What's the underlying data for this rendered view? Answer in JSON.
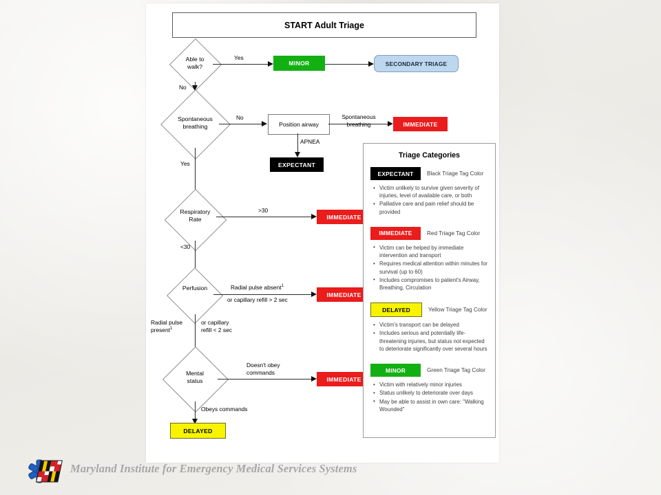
{
  "document": {
    "title": "START Adult Triage"
  },
  "flow": {
    "nodes": {
      "able_to_walk": "Able to\nwalk?",
      "able_to_walk_line1": "Able to",
      "able_to_walk_line2": "walk?",
      "spontaneous_breathing_line1": "Spontaneous",
      "spontaneous_breathing_line2": "breathing",
      "respiratory_rate_line1": "Respiratory",
      "respiratory_rate_line2": "Rate",
      "perfusion": "Perfusion",
      "mental_status_line1": "Mental",
      "mental_status_line2": "status",
      "position_airway": "Position airway",
      "minor": "MINOR",
      "secondary_triage": "SECONDARY TRIAGE",
      "immediate_breathing": "IMMEDIATE",
      "expectant": "EXPECTANT",
      "immediate_resp_rate": "IMMEDIATE",
      "immediate_perfusion": "IMMEDIATE",
      "immediate_mental": "IMMEDIATE",
      "delayed": "DELAYED"
    },
    "edges": {
      "yes_walk": "Yes",
      "no_walk": "No",
      "no_breathing": "No",
      "yes_breathing": "Yes",
      "apnea": "APNEA",
      "spontaneous_breathing_line1": "Spontaneous",
      "spontaneous_breathing_line2": "breathing",
      "rate_over_30": ">30",
      "rate_under_30": "<30",
      "radial_pulse_absent": "Radial pulse absent",
      "radial_pulse_absent_sup": "1",
      "capillary_refill_over": "or capillary refill > 2 sec",
      "radial_pulse_present_line1": "Radial pulse",
      "radial_pulse_present_line2": "present",
      "radial_pulse_present_sup": "1",
      "capillary_refill_under_line1": "or capillary",
      "capillary_refill_under_line2": "refill < 2 sec",
      "doesnt_obey_line1": "Doesn't obey",
      "doesnt_obey_line2": "commands",
      "obeys_commands": "Obeys commands"
    }
  },
  "legend": {
    "title": "Triage Categories",
    "categories": [
      {
        "tag": "EXPECTANT",
        "caption": "Black Triage Tag Color",
        "color": "#000000",
        "bullets": [
          "Victim unlikely to survive given severity of injuries, level of available care, or both",
          "Palliative care and pain relief should be provided"
        ]
      },
      {
        "tag": "IMMEDIATE",
        "caption": "Red Triage Tag Color",
        "color": "#ea1c1c",
        "bullets": [
          "Victim can be helped by immediate intervention and transport",
          "Requires medical attention within minutes for survival (up to 60)",
          "Includes compromises to patient's Airway, Breathing, Circulation"
        ]
      },
      {
        "tag": "DELAYED",
        "caption": "Yellow Triage Tag Color",
        "color": "#f8f400",
        "bullets": [
          "Victim's transport can be delayed",
          "Includes serious and potentially life-threatening injuries, but status not expected to deteriorate significantly over several hours"
        ]
      },
      {
        "tag": "MINOR",
        "caption": "Green Triage Tag Color",
        "color": "#13b013",
        "bullets": [
          "Victim with relatively minor injuries",
          "Status unlikely to deteriorate over days",
          "May be able to assist in own care: \"Walking Wounded\""
        ]
      }
    ]
  },
  "footer": {
    "organization": "Maryland Institute for Emergency Medical Services Systems"
  }
}
